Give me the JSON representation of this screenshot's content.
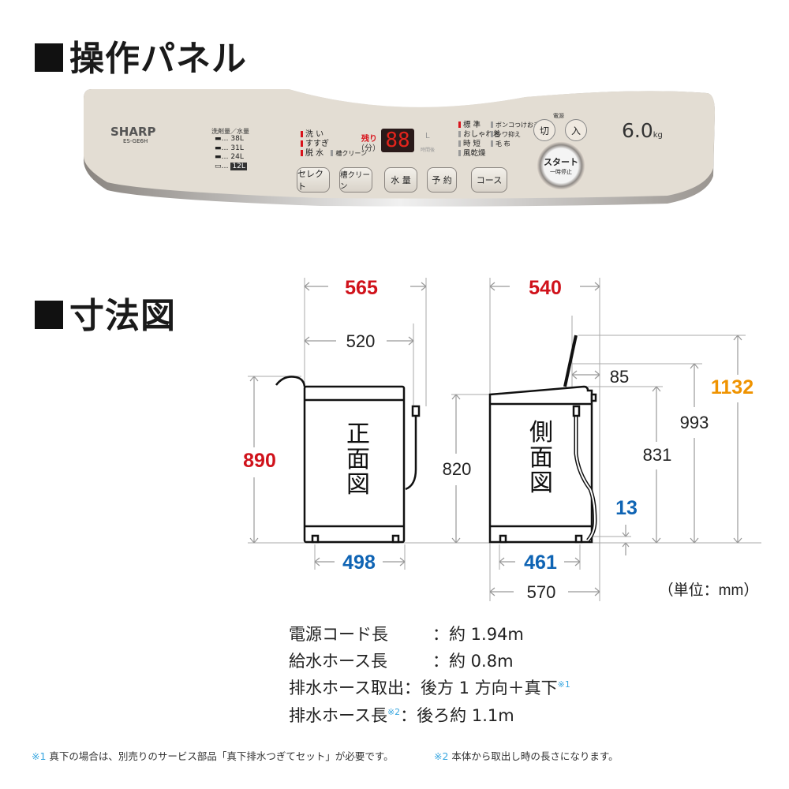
{
  "headings": {
    "panel": "操作パネル",
    "dimensions": "寸法図"
  },
  "panel": {
    "brand": "SHARP",
    "model": "ES-GE6H",
    "water_title": "洗剤量／水量",
    "water_levels": [
      "38L",
      "31L",
      "24L",
      "12L"
    ],
    "dots": "…",
    "process": [
      "洗 い",
      "すすぎ",
      "脱 水"
    ],
    "tub_clean_indicator": "槽クリーン",
    "remaining_label": "残り",
    "minutes_label": "（分）",
    "display": "88",
    "l_label": "L",
    "time_after": "時間後",
    "courses_col1": [
      "標 準",
      "おしゃれ着",
      "時 短",
      "風乾燥"
    ],
    "courses_col2": [
      "ボンコつけおき",
      "シワ抑え",
      "毛 布"
    ],
    "power_label": "電源",
    "off_label": "切",
    "on_label": "入",
    "start_label": "スタート",
    "pause_label": "一時停止",
    "capacity": "6.0",
    "capacity_unit": "kg",
    "buttons": [
      "セレクト",
      "槽クリーン",
      "水 量",
      "予 約",
      "コース"
    ],
    "colors": {
      "led_red": "#d8141c",
      "led_gray": "#9a9a9a",
      "panel": "#e3ddd3"
    }
  },
  "diagram": {
    "front_label": [
      "正",
      "面",
      "図"
    ],
    "side_label": [
      "側",
      "面",
      "図"
    ],
    "dims": {
      "front_width": "565",
      "side_depth": "540",
      "front_body": "520",
      "height": "890",
      "front_feet": "498",
      "side_height": "820",
      "lid_offset": "85",
      "top_height": "831",
      "lid_top": "993",
      "lid_open_height": "1132",
      "foot_clear": "13",
      "side_feet": "461",
      "side_total": "570"
    },
    "unit": "（単位：mm）",
    "colors": {
      "red": "#d0121b",
      "blue": "#0f64b4",
      "orange": "#ef9300"
    }
  },
  "specs": [
    {
      "key": "電源コード長",
      "sep": "：",
      "value": "約 1.94m",
      "note": ""
    },
    {
      "key": "給水ホース長",
      "sep": "：",
      "value": "約 0.8m",
      "note": ""
    },
    {
      "key": "排水ホース取出",
      "sep": "：",
      "value": "後方 1 方向＋真下",
      "note": "※1"
    },
    {
      "key": "排水ホース長",
      "sep": "：",
      "value": "後ろ約 1.1m",
      "note": "※2",
      "key_note": "※2"
    }
  ],
  "footnotes": [
    {
      "mark": "※1",
      "text": "真下の場合は、別売りのサービス部品「真下排水つぎてセット」が必要です。"
    },
    {
      "mark": "※2",
      "text": "本体から取出し時の長さになります。"
    }
  ]
}
